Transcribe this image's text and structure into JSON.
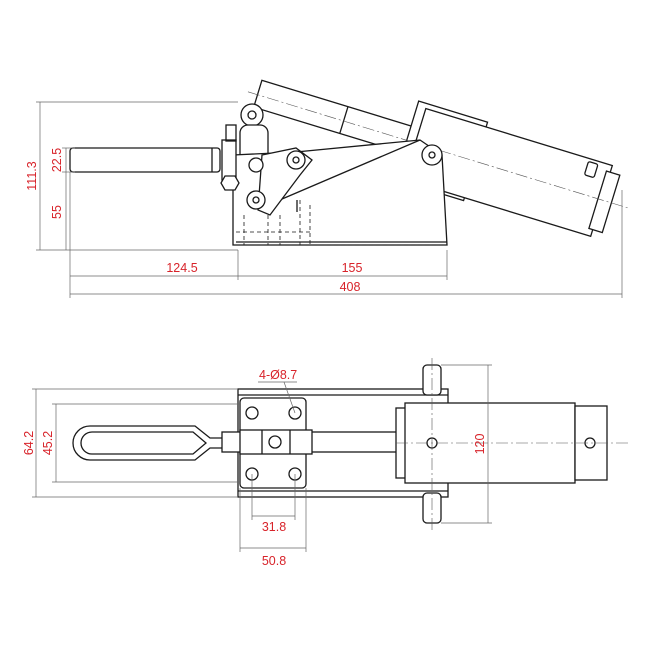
{
  "drawing": {
    "side_view": {
      "dim_height_total": "111.3",
      "dim_handle_height": "22.5",
      "dim_base_height": "55",
      "dim_handle_length": "124.5",
      "dim_body_length": "155",
      "dim_total_length": "408"
    },
    "top_view": {
      "dim_outer_width": "64.2",
      "dim_handle_width": "45.2",
      "dim_hole_callout": "4-Ø8.7",
      "dim_cylinder_width": "120",
      "dim_hole_spacing": "31.8",
      "dim_base_width": "50.8"
    },
    "colors": {
      "dimension_text": "#d8232a",
      "line": "#1a1a1a"
    }
  }
}
